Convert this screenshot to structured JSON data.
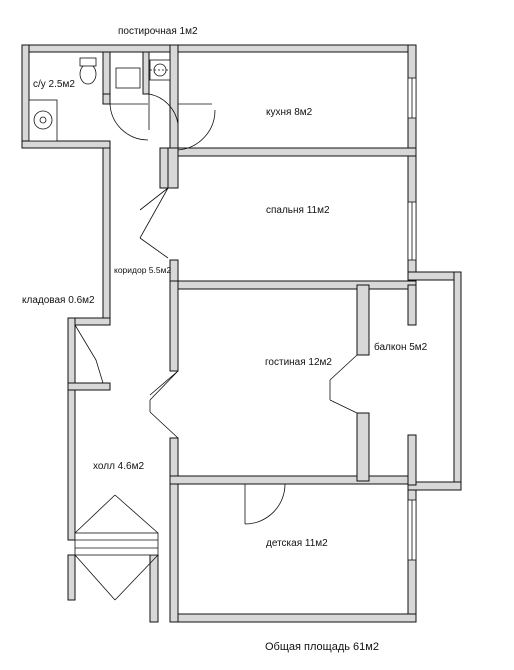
{
  "plan": {
    "rooms": {
      "laundry": "постирочная 1м2",
      "bathroom": "с/у 2.5м2",
      "kitchen": "кухня 8м2",
      "bedroom": "спальня 11м2",
      "corridor": "коридор 5.5м2",
      "storage": "кладовая 0.6м2",
      "living": "гостиная 12м2",
      "balcony": "балкон 5м2",
      "hall": "холл 4.6м2",
      "kids": "детская 11м2"
    },
    "total_area": "Общая площадь 61м2",
    "colors": {
      "wall": "#d8d8d8",
      "line": "#111111",
      "background": "#ffffff"
    }
  }
}
